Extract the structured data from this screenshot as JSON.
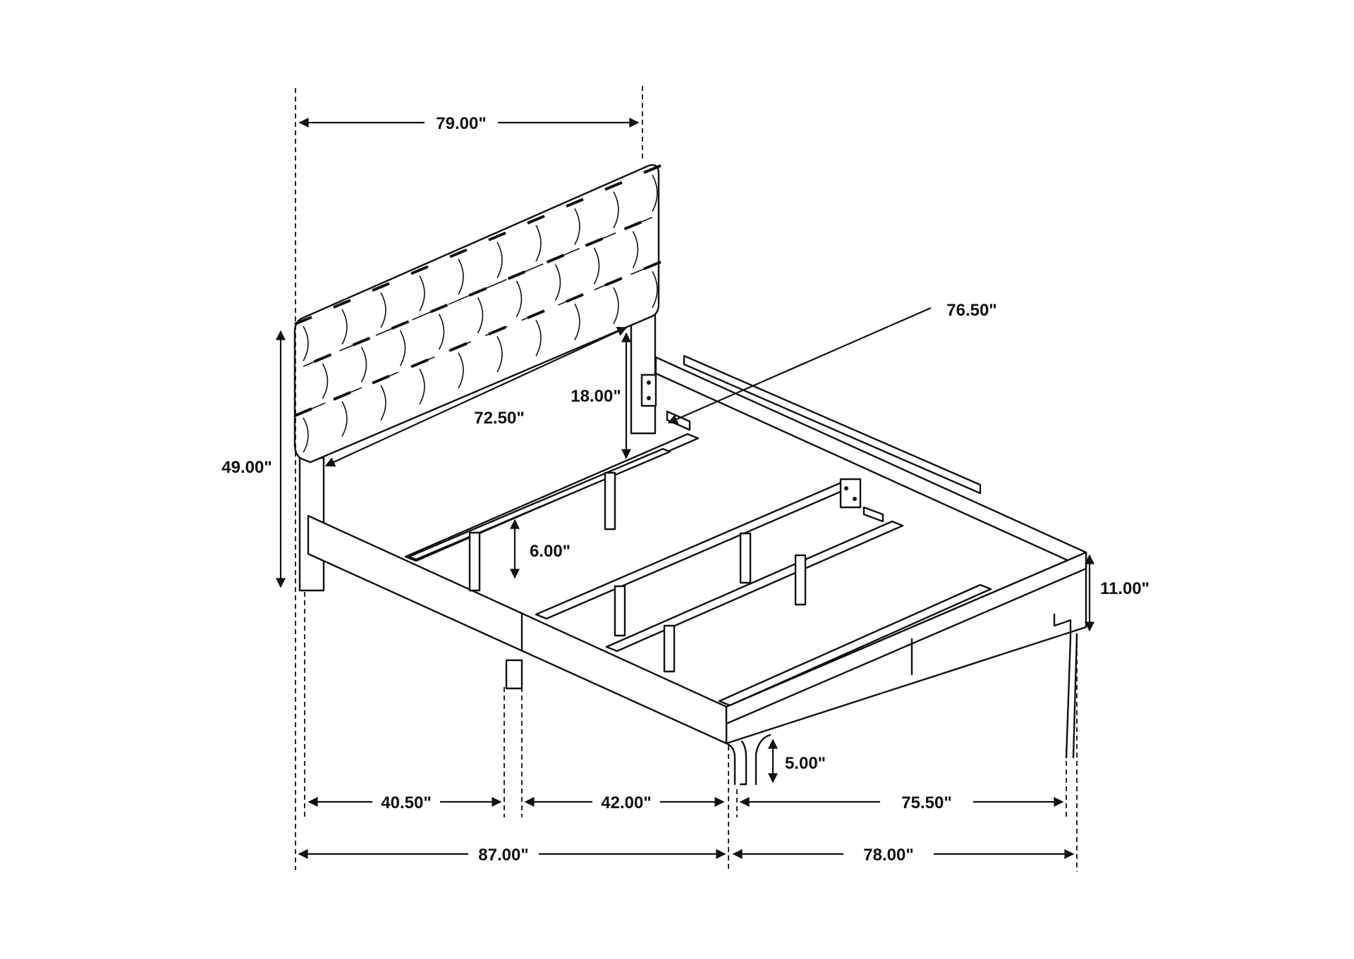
{
  "colors": {
    "line": "#111111",
    "background": "#ffffff"
  },
  "dimensions": {
    "headboard_width": "79.00\"",
    "overall_height": "49.00\"",
    "inner_width": "72.50\"",
    "headboard_panel_height": "18.00\"",
    "diagonal_length": "76.50\"",
    "slat_clearance": "6.00\"",
    "frame_height": "11.00\"",
    "leg_height": "5.00\"",
    "half_length_left": "40.50\"",
    "half_length_right": "42.00\"",
    "inner_length": "75.50\"",
    "overall_length": "87.00\"",
    "overall_width": "78.00\""
  }
}
